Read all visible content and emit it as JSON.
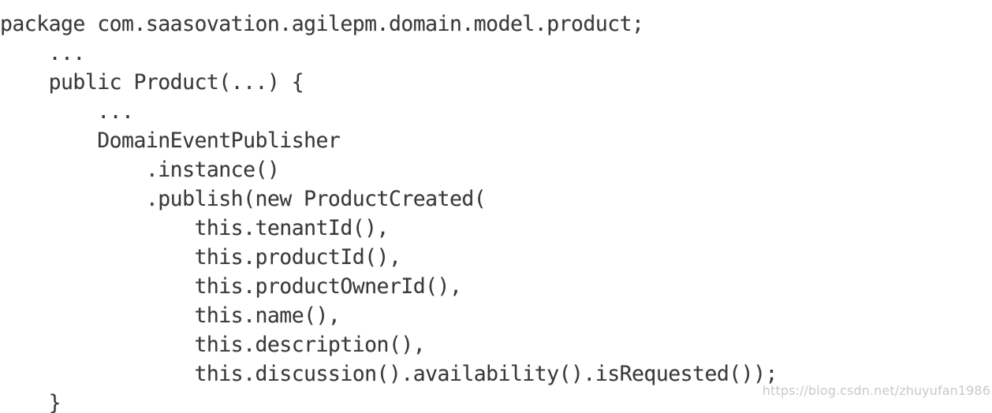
{
  "page": {
    "background_color": "#ffffff",
    "text_color": "#3a3a3a",
    "kind": "scanned-book-code-listing",
    "language": "java"
  },
  "code": {
    "indent_unit_spaces": 4,
    "lines": [
      {
        "indent": 0,
        "text": "package com.saasovation.agilepm.domain.model.product;"
      },
      {
        "indent": 4,
        "text": "..."
      },
      {
        "indent": 4,
        "text": "public Product(...) {"
      },
      {
        "indent": 8,
        "text": "..."
      },
      {
        "indent": 8,
        "text": "DomainEventPublisher"
      },
      {
        "indent": 12,
        "text": ".instance()"
      },
      {
        "indent": 12,
        "text": ".publish(new ProductCreated("
      },
      {
        "indent": 16,
        "text": "this.tenantId(),"
      },
      {
        "indent": 16,
        "text": "this.productId(),"
      },
      {
        "indent": 16,
        "text": "this.productOwnerId(),"
      },
      {
        "indent": 16,
        "text": "this.name(),"
      },
      {
        "indent": 16,
        "text": "this.description(),"
      },
      {
        "indent": 16,
        "text": "this.discussion().availability().isRequested());"
      },
      {
        "indent": 4,
        "text": "}"
      }
    ]
  },
  "watermark": {
    "text": "https://blog.csdn.net/zhuyufan1986",
    "color": "#c9c9c9"
  }
}
